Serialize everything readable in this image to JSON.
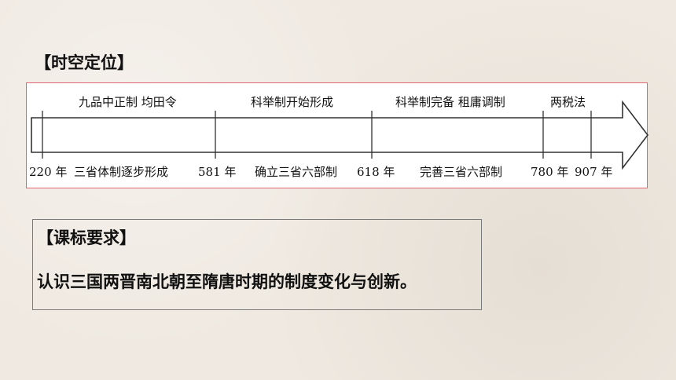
{
  "section_spacetime": {
    "title": "【时空定位】"
  },
  "timeline": {
    "events_top": [
      "九品中正制 均田令",
      "科举制开始形成",
      "科举制完备 租庸调制",
      "两税法"
    ],
    "years": [
      "220 年",
      "581 年",
      "618 年",
      "780 年",
      "907 年"
    ],
    "events_bottom": [
      "三省体制逐步形成",
      "确立三省六部制",
      "完善三省六部制"
    ]
  },
  "section_standard": {
    "title": "【课标要求】",
    "requirement": "认识三国两晋南北朝至隋唐时期的制度变化与创新。"
  }
}
